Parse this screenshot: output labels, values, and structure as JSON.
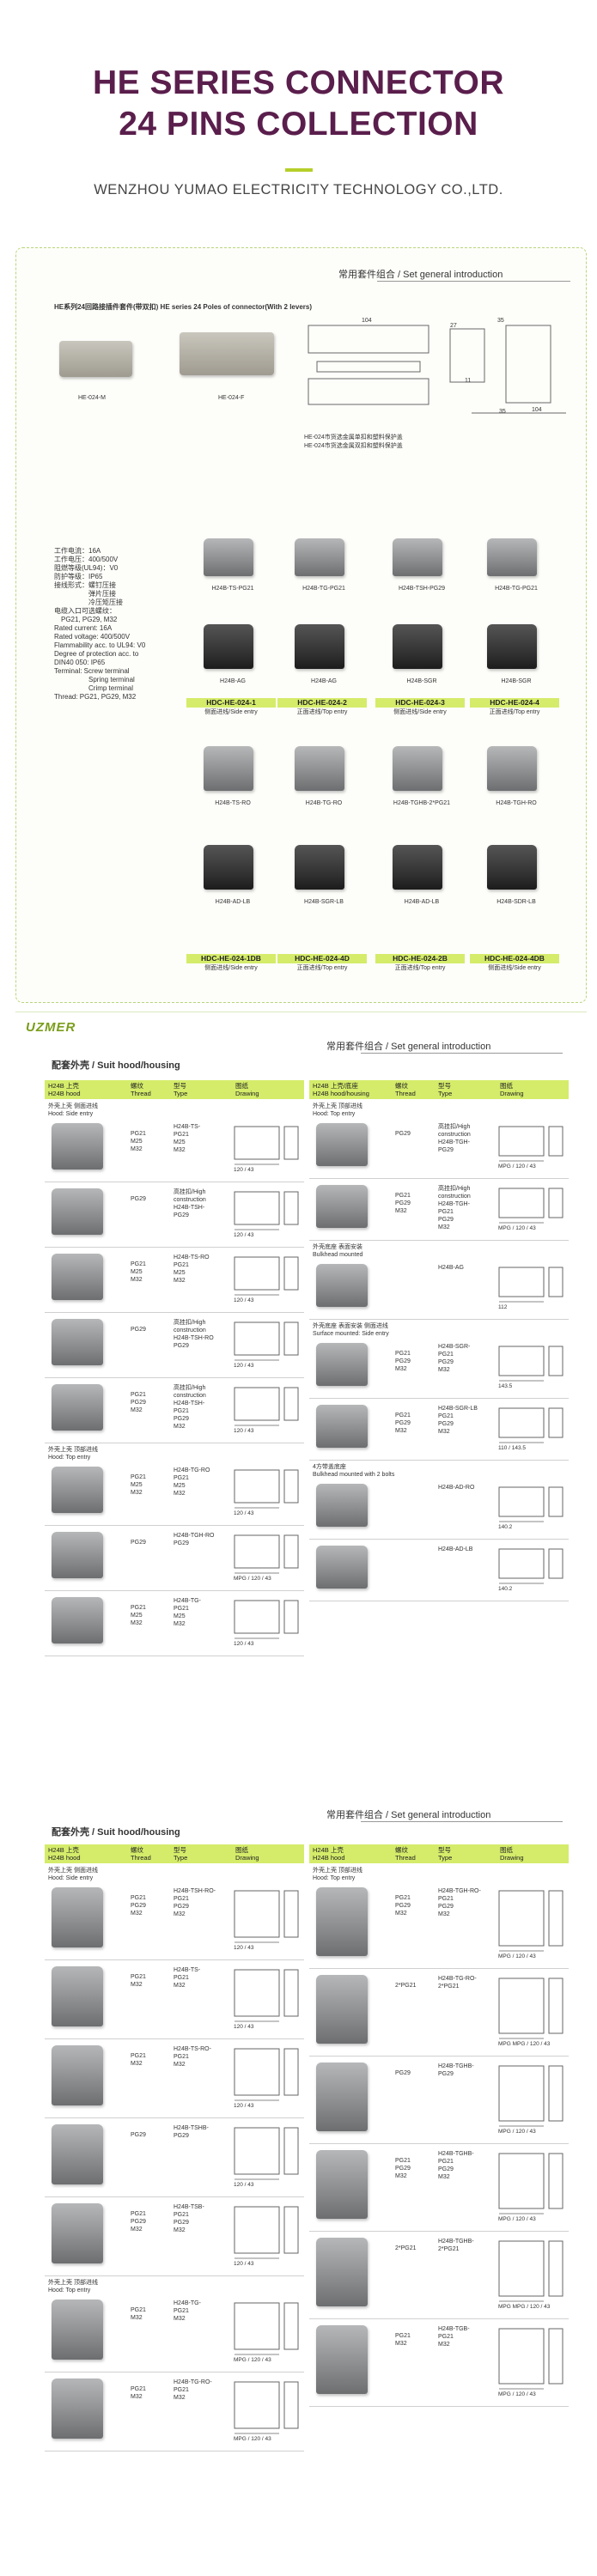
{
  "header": {
    "title_line1": "HE SERIES CONNECTOR",
    "title_line2": "24 PINS COLLECTION",
    "company": "WENZHOU YUMAO ELECTRICITY TECHNOLOGY CO.,LTD."
  },
  "section1": {
    "heading_cn": "常用套件组合 / ",
    "heading_en": "Set general introduction",
    "subheading": "HE系列24回路接插件套件(带双扣) HE series 24 Poles of connector(With 2 levers)",
    "labels": {
      "male": "HE-024-M",
      "female": "HE-024-F"
    },
    "dims": {
      "d104": "104",
      "d27": "27",
      "d35": "35",
      "d11": "11",
      "d35b": "35",
      "d104b": "104"
    },
    "notes": [
      "HE-024市货选金属单扣和塑料保护盖",
      "HE-024市货选金属双扣和塑料保护盖"
    ],
    "specs": [
      "工作电流：16A",
      "工作电压：400/500V",
      "阻燃等级(UL94)：V0",
      "防护等级：IP65",
      "接线形式：螺钉压接",
      "　　　　　弹片压接",
      "　　　　　冷压矩压接",
      "电缆入口可选螺纹：",
      "　PG21, PG29, M32",
      "Rated current: 16A",
      "Rated voltage: 400/500V",
      "Flammability acc. to UL94: V0",
      "Degree of protection acc. to",
      "DIN40 050: IP65",
      "Terminal: Screw terminal",
      "　　　　　Spring terminal",
      "　　　　　Crimp terminal",
      "Thread: PG21, PG29, M32"
    ],
    "row1": [
      "H24B-TS-PG21",
      "H24B-TG-PG21",
      "H24B-TSH-PG29",
      "H24B-TG-PG21"
    ],
    "row2": [
      "H24B-AG",
      "H24B-AG",
      "H24B-SGR",
      "H24B-SGR"
    ],
    "codes1": [
      "HDC-HE-024-1",
      "HDC-HE-024-2",
      "HDC-HE-024-3",
      "HDC-HE-024-4"
    ],
    "entries1": [
      "侧面进线/Side entry",
      "正面进线/Top entry",
      "侧面进线/Side entry",
      "正面进线/Top entry"
    ],
    "row3": [
      "H24B-TS-RO",
      "H24B-TG-RO",
      "H24B-TGHB-2*PG21",
      "H24B-TGH-RO"
    ],
    "row4": [
      "H24B-AD-LB",
      "H24B-SGR-LB",
      "H24B-AD-LB",
      "H24B-SDR-LB"
    ],
    "codes2": [
      "HDC-HE-024-1DB",
      "HDC-HE-024-4D",
      "HDC-HE-024-2B",
      "HDC-HE-024-4DB"
    ],
    "entries2": [
      "侧面进线/Side entry",
      "正面进线/Top entry",
      "正面进线/Top entry",
      "侧面进线/Side entry"
    ]
  },
  "section2": {
    "logo": "UZMER",
    "heading_cn": "常用套件组合 / ",
    "heading_en": "Set general introduction",
    "subheading": "配套外壳 / Suit hood/housing",
    "left_hdr": {
      "c1": "H24B 上壳\nH24B hood",
      "c2": "螺纹\nThread",
      "c3": "型号\nType",
      "c4": "图纸\nDrawing"
    },
    "right_hdr": {
      "c1": "H24B 上壳/底座\nH24B hood/housing",
      "c2": "螺纹\nThread",
      "c3": "型号\nType",
      "c4": "图纸\nDrawing"
    },
    "left_groups": [
      {
        "entry": "外壳上壳 侧面进线\nHood: Side entry",
        "rows": [
          {
            "thread": "PG21\nM25\nM32",
            "type": "H24B-TS-\nPG21\nM25\nM32",
            "dims": "120 / 43"
          },
          {
            "thread": "PG29",
            "type": "高挂扣/High\nconstruction\nH24B-TSH-\nPG29",
            "dims": "120 / 43"
          },
          {
            "thread": "PG21\nM25\nM32",
            "type": "H24B-TS-RO\nPG21\nM25\nM32",
            "dims": "120 / 43"
          },
          {
            "thread": "PG29",
            "type": "高挂扣/High\nconstruction\nH24B-TSH-RO\nPG29",
            "dims": "120 / 43"
          },
          {
            "thread": "PG21\nPG29\nM32",
            "type": "高挂扣/High\nconstruction\nH24B-TSH-\nPG21\nPG29\nM32",
            "dims": "120 / 43"
          }
        ]
      },
      {
        "entry": "外壳上壳 顶部进线\nHood: Top entry",
        "rows": [
          {
            "thread": "PG21\nM25\nM32",
            "type": "H24B-TG-RO\nPG21\nM25\nM32",
            "dims": "120 / 43"
          },
          {
            "thread": "PG29",
            "type": "H24B-TGH-RO\nPG29",
            "dims": "MPG / 120 / 43"
          },
          {
            "thread": "PG21\nM25\nM32",
            "type": "H24B-TG-\nPG21\nM25\nM32",
            "dims": "120 / 43"
          }
        ]
      }
    ],
    "right_groups": [
      {
        "entry": "外壳上壳 顶部进线\nHood: Top entry",
        "rows": [
          {
            "thread": "PG29",
            "type": "高挂扣/High\nconstruction\nH24B-TGH-\nPG29",
            "dims": "MPG / 120 / 43"
          },
          {
            "thread": "PG21\nPG29\nM32",
            "type": "高挂扣/High\nconstruction\nH24B-TGH-\nPG21\nPG29\nM32",
            "dims": "MPG / 120 / 43"
          }
        ]
      },
      {
        "entry": "外壳底座 表面安装\nBulkhead mounted",
        "rows": [
          {
            "thread": "",
            "type": "H24B-AG",
            "dims": "112"
          }
        ]
      },
      {
        "entry": "外壳底座 表面安装 侧面进线\nSurface mounted: Side entry",
        "rows": [
          {
            "thread": "PG21\nPG29\nM32",
            "type": "H24B-SGR-\nPG21\nPG29\nM32",
            "dims": "143.5"
          },
          {
            "thread": "PG21\nPG29\nM32",
            "type": "H24B-SGR-LB\nPG21\nPG29\nM32",
            "dims": "110 / 143.5"
          }
        ]
      },
      {
        "entry": "4方带盖底座\nBulkhead mounted with 2 bolts",
        "rows": [
          {
            "thread": "",
            "type": "H24B-AD-RO",
            "dims": "140.2"
          },
          {
            "thread": "",
            "type": "H24B-AD-LB",
            "dims": "140.2"
          }
        ]
      }
    ]
  },
  "section3": {
    "heading_cn": "常用套件组合 / ",
    "heading_en": "Set general introduction",
    "subheading": "配套外壳 / Suit hood/housing",
    "left_hdr": {
      "c1": "H24B 上壳\nH24B hood",
      "c2": "螺纹\nThread",
      "c3": "型号\nType",
      "c4": "图纸\nDrawing"
    },
    "right_hdr": {
      "c1": "H24B 上壳\nH24B hood",
      "c2": "螺纹\nThread",
      "c3": "型号\nType",
      "c4": "图纸\nDrawing"
    },
    "left_groups": [
      {
        "entry": "外壳上壳 侧面进线\nHood: Side entry",
        "rows": [
          {
            "thread": "PG21\nPG29\nM32",
            "type": "H24B-TSH-RO-\nPG21\nPG29\nM32",
            "dims": "120 / 43"
          },
          {
            "thread": "PG21\nM32",
            "type": "H24B-TS-\nPG21\nM32",
            "dims": "120 / 43"
          },
          {
            "thread": "PG21\nM32",
            "type": "H24B-TS-RO-\nPG21\nM32",
            "dims": "120 / 43"
          },
          {
            "thread": "PG29",
            "type": "H24B-TSHB-\nPG29",
            "dims": "120 / 43"
          },
          {
            "thread": "PG21\nPG29\nM32",
            "type": "H24B-TSB-\nPG21\nPG29\nM32",
            "dims": "120 / 43"
          }
        ]
      },
      {
        "entry": "外壳上壳 顶部进线\nHood: Top entry",
        "rows": [
          {
            "thread": "PG21\nM32",
            "type": "H24B-TG-\nPG21\nM32",
            "dims": "MPG / 120 / 43"
          },
          {
            "thread": "PG21\nM32",
            "type": "H24B-TG-RO-\nPG21\nM32",
            "dims": "MPG / 120 / 43"
          }
        ]
      }
    ],
    "right_groups": [
      {
        "entry": "外壳上壳 顶部进线\nHood: Top entry",
        "rows": [
          {
            "thread": "PG21\nPG29\nM32",
            "type": "H24B-TGH-RO-\nPG21\nPG29\nM32",
            "dims": "MPG / 120 / 43"
          },
          {
            "thread": "2*PG21",
            "type": "H24B-TG-RO-\n2*PG21",
            "dims": "MPG MPG / 120 / 43"
          },
          {
            "thread": "PG29",
            "type": "H24B-TGHB-\nPG29",
            "dims": "MPG / 120 / 43"
          },
          {
            "thread": "PG21\nPG29\nM32",
            "type": "H24B-TGHB-\nPG21\nPG29\nM32",
            "dims": "MPG / 120 / 43"
          },
          {
            "thread": "2*PG21",
            "type": "H24B-TGHB-\n2*PG21",
            "dims": "MPG MPG / 120 / 43"
          },
          {
            "thread": "PG21\nM32",
            "type": "H24B-TGB-\nPG21\nM32",
            "dims": "MPG / 120 / 43"
          }
        ]
      }
    ]
  }
}
